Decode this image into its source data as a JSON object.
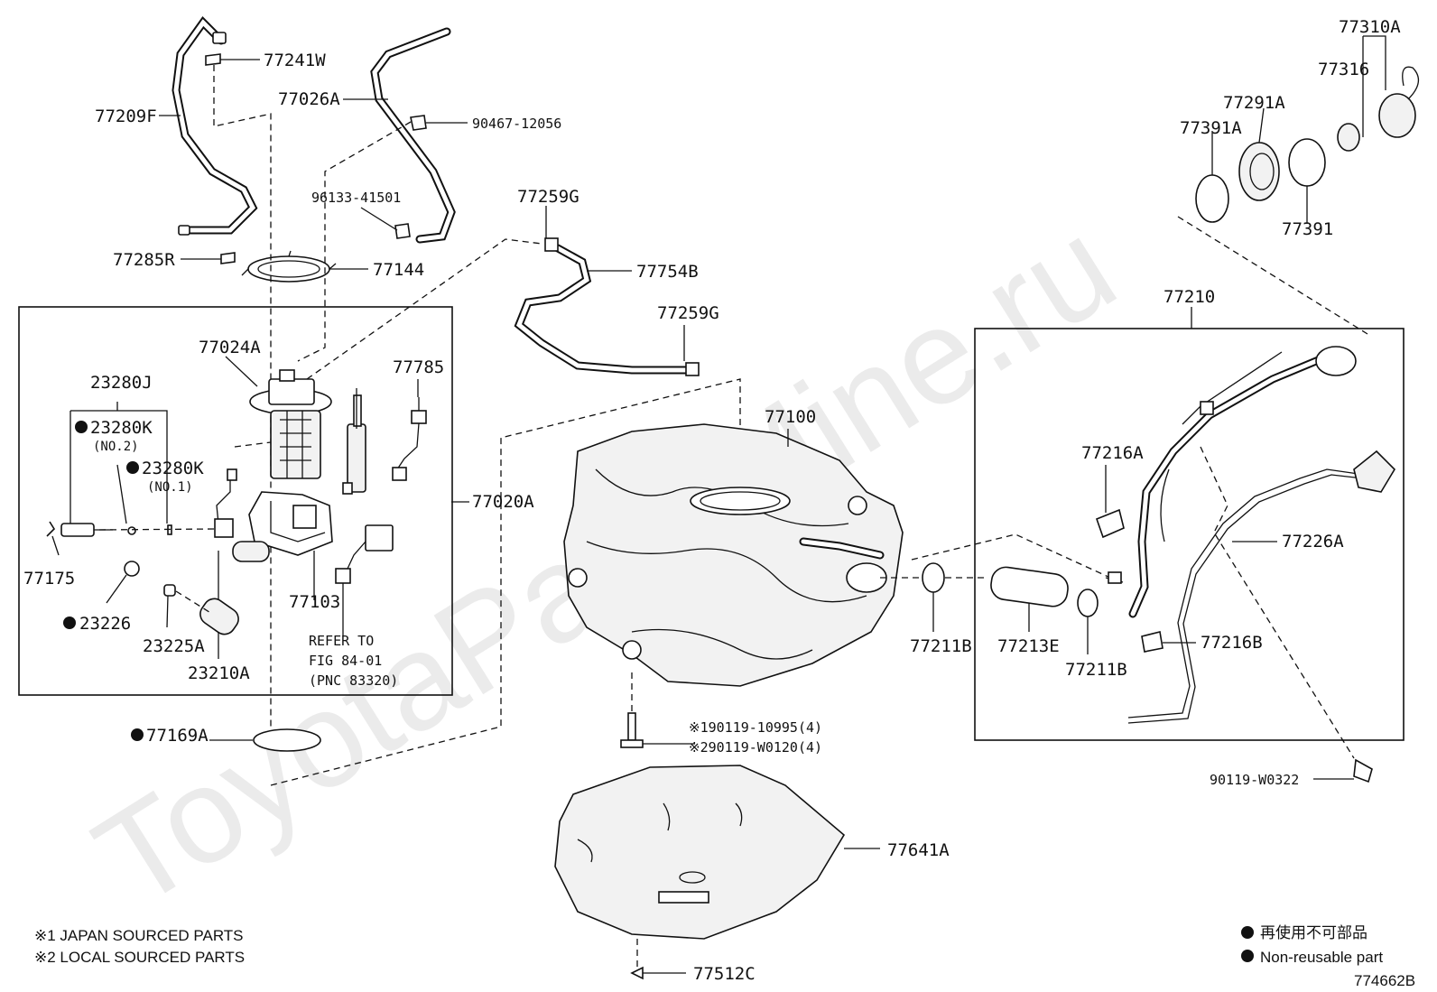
{
  "watermark": "ToyotaPartsMine.ru",
  "figure_id": "774662B",
  "parts": {
    "p77241W": "77241W",
    "p77209F": "77209F",
    "p77026A": "77026A",
    "p90467": "90467-12056",
    "p96133": "96133-41501",
    "p77285R": "77285R",
    "p77144": "77144",
    "p77259G_1": "77259G",
    "p77754B": "77754B",
    "p77259G_2": "77259G",
    "p77024A": "77024A",
    "p23280J": "23280J",
    "p23280K_1": "23280K",
    "p23280K_1_sub": "(NO.2)",
    "p23280K_2": "23280K",
    "p23280K_2_sub": "(NO.1)",
    "p77785": "77785",
    "p77020A": "77020A",
    "p77175": "77175",
    "p23226": "23226",
    "p23225A": "23225A",
    "p23210A": "23210A",
    "p77103": "77103",
    "refer_1": "REFER TO",
    "refer_2": "FIG 84-01",
    "refer_3": "(PNC 83320)",
    "p77169A": "77169A",
    "p77100": "77100",
    "bolt_1": "※190119-10995(4)",
    "bolt_2": "※290119-W0120(4)",
    "p77641A": "77641A",
    "p77512C": "77512C",
    "p77310A": "77310A",
    "p77316": "77316",
    "p77291A": "77291A",
    "p77391A": "77391A",
    "p77391": "77391",
    "p77210": "77210",
    "p77216A": "77216A",
    "p77226A": "77226A",
    "p77216B": "77216B",
    "p77211B_1": "77211B",
    "p77213E": "77213E",
    "p77211B_2": "77211B",
    "p90119": "90119-W0322"
  },
  "notes": {
    "note1": "※1 JAPAN SOURCED PARTS",
    "note2": "※2 LOCAL SOURCED PARTS"
  },
  "legend": {
    "jp": "再使用不可部品",
    "en": "Non-reusable part"
  }
}
